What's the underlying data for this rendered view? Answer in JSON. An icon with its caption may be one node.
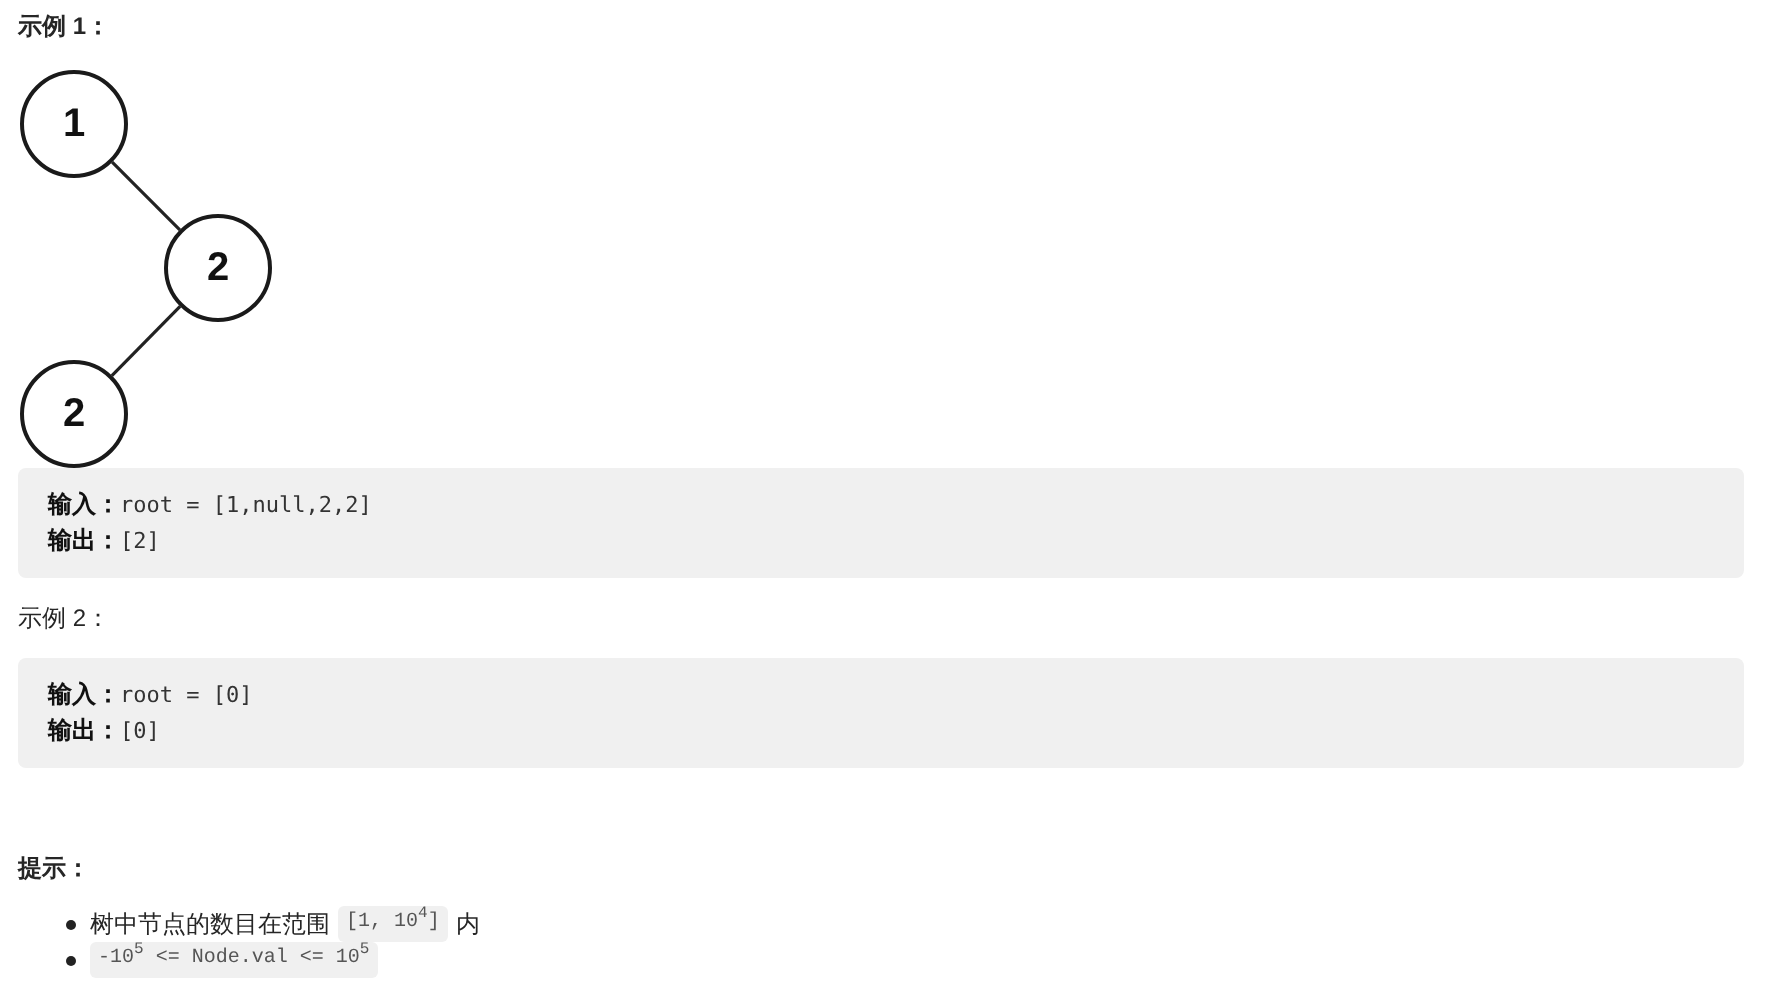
{
  "diagram": {
    "nodes": [
      {
        "text": [
          "1"
        ]
      },
      {
        "text": [
          "2"
        ]
      },
      {
        "text": [
          "2"
        ]
      },
      {
        "text": [
          "**输入：**root = [1,null,2,2]",
          "**输出：**[2]"
        ]
      },
      {
        "text": [
          "**输入：**root = [0]",
          "**输出：**[0]"
        ]
      }
    ],
    "edges": [
      {
        "from": 0,
        "to": 1,
        "arrow": "none"
      },
      {
        "from": 1,
        "to": 2,
        "arrow": "none"
      }
    ],
    "labels": [
      "示例 1：",
      "示例 2：",
      "提示：",
      "树中节点的数目在范围",
      "[1, 10$^{4}$]",
      "内",
      "-10$^{5}$ <= Node.val <= 10$^{5}$"
    ]
  }
}
